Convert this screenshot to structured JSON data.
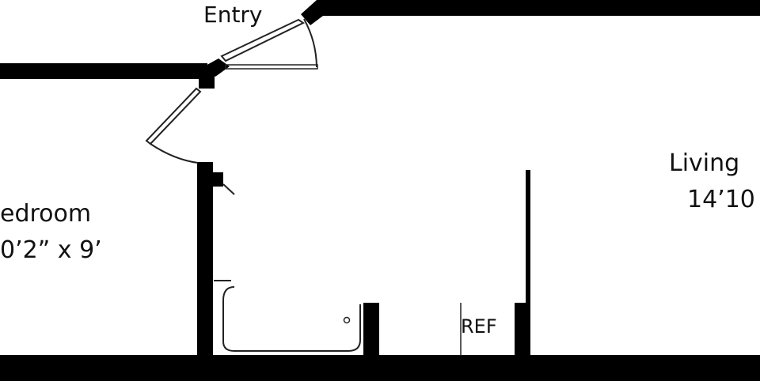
{
  "labels": {
    "entry": "Entry",
    "bedroom_name": "edroom",
    "bedroom_size": "0’2” x 9’",
    "living_name": "Living",
    "living_size": "14’10",
    "fridge": "REF"
  },
  "colors": {
    "wall": "#000000",
    "fixture": "#222222",
    "background": "#ffffff"
  }
}
